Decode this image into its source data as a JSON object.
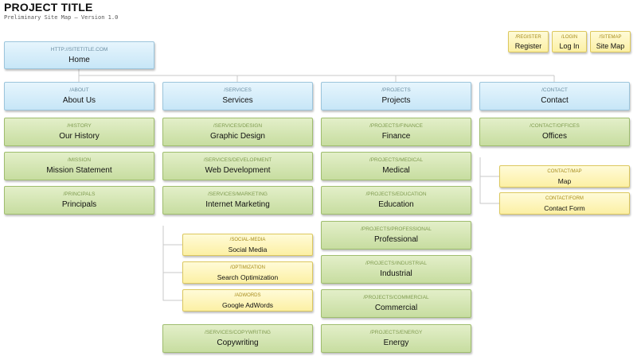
{
  "header": {
    "title": "PROJECT TITLE",
    "subtitle": "Preliminary Site Map — Version 1.0"
  },
  "utility": [
    {
      "path": "/REGISTER",
      "label": "Register"
    },
    {
      "path": "/LOGIN",
      "label": "Log In"
    },
    {
      "path": "/SITEMAP",
      "label": "Site Map"
    }
  ],
  "home": {
    "path": "HTTP://SITETITLE.COM",
    "label": "Home"
  },
  "sections": [
    {
      "path": "/ABOUT",
      "label": "About Us",
      "children": [
        {
          "path": "/HISTORY",
          "label": "Our History"
        },
        {
          "path": "/MISSION",
          "label": "Mission Statement"
        },
        {
          "path": "/PRINCIPALS",
          "label": "Principals"
        }
      ]
    },
    {
      "path": "/SERVICES",
      "label": "Services",
      "children": [
        {
          "path": "/SERVICES/DESIGN",
          "label": "Graphic Design"
        },
        {
          "path": "/SERVICES/DEVELOPMENT",
          "label": "Web Development"
        },
        {
          "path": "/SERVICES/MARKETING",
          "label": "Internet Marketing",
          "children": [
            {
              "path": "/SOCIAL-MEDIA",
              "label": "Social Media"
            },
            {
              "path": "/OPTIMIZATION",
              "label": "Search Optimization"
            },
            {
              "path": "/ADWORDS",
              "label": "Google AdWords"
            }
          ]
        },
        {
          "path": "/SERVICES/COPYWRITING",
          "label": "Copywriting"
        }
      ]
    },
    {
      "path": "/PROJECTS",
      "label": "Projects",
      "children": [
        {
          "path": "/PROJECTS/FINANCE",
          "label": "Finance"
        },
        {
          "path": "/PROJECTS/MEDICAL",
          "label": "Medical"
        },
        {
          "path": "/PROJECTS/EDUCATION",
          "label": "Education"
        },
        {
          "path": "/PROJECTS/PROFESSIONAL",
          "label": "Professional"
        },
        {
          "path": "/PROJECTS/INDUSTRIAL",
          "label": "Industrial"
        },
        {
          "path": "/PROJECTS/COMMERCIAL",
          "label": "Commercial"
        },
        {
          "path": "/PROJECTS/ENERGY",
          "label": "Energy"
        }
      ]
    },
    {
      "path": "/CONTACT",
      "label": "Contact",
      "children": [
        {
          "path": "/CONTACT/OFFICES",
          "label": "Offices"
        },
        {
          "path": "CONTACT/MAP",
          "label": "Map"
        },
        {
          "path": "CONTACT/FORM",
          "label": "Contact Form"
        }
      ]
    }
  ]
}
